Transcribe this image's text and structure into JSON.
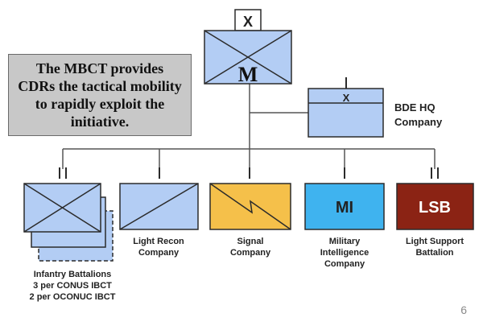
{
  "callout": {
    "text": "The MBCT provides CDRs the tactical mobility to rapidly exploit the initiative."
  },
  "top_unit": {
    "echelon": "X",
    "branch_letter": "M"
  },
  "hq_unit": {
    "echelon": "X",
    "label_lines": [
      "BDE HQ",
      "Company"
    ]
  },
  "subunits": [
    {
      "echelon": "II",
      "type": "infantry",
      "label_lines": [
        "Infantry Battalions",
        "3 per CONUS IBCT",
        "2 per OCONUC IBCT"
      ]
    },
    {
      "echelon": "I",
      "type": "recon",
      "label_lines": [
        "Light Recon",
        "Company"
      ]
    },
    {
      "echelon": "I",
      "type": "signal",
      "label_lines": [
        "Signal",
        "Company"
      ]
    },
    {
      "echelon": "I",
      "type": "mi",
      "symbol_text": "MI",
      "label_lines": [
        "Military",
        "Intelligence",
        "Company"
      ]
    },
    {
      "echelon": "II",
      "type": "lsb",
      "symbol_text": "LSB",
      "label_lines": [
        "Light Support",
        "Battalion"
      ]
    }
  ],
  "colors": {
    "unit_blue": "#b3cdf4",
    "signal_yellow": "#f5c04a",
    "mi_blue": "#3fb3ef",
    "lsb_red": "#8b2314",
    "outline": "#2b2b2b"
  },
  "page_number": "6"
}
